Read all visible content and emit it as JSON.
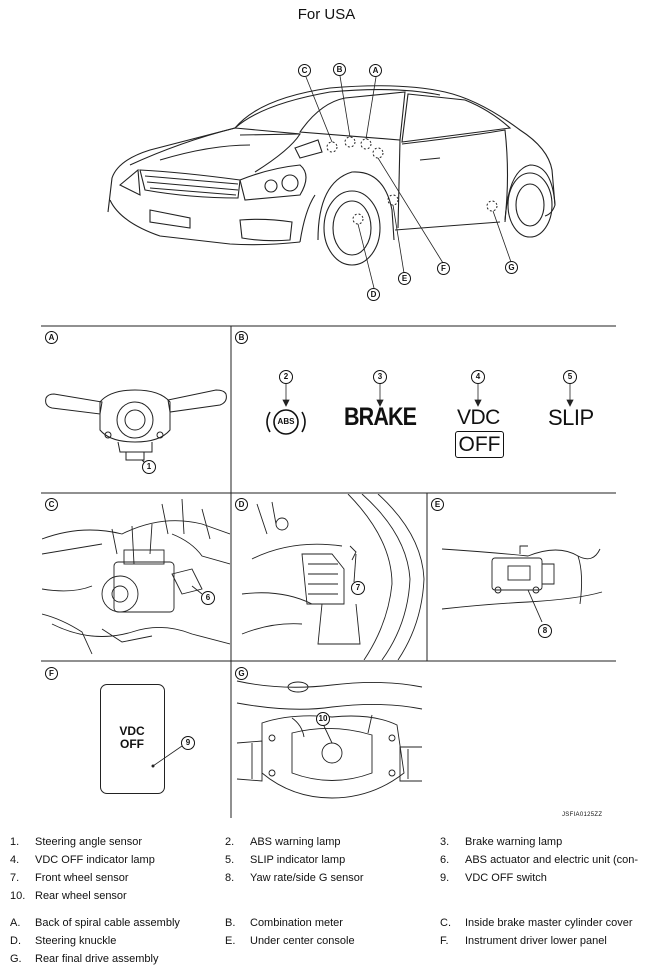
{
  "header": {
    "title": "For USA"
  },
  "car_callouts": [
    "C",
    "B",
    "A",
    "D",
    "E",
    "F",
    "G"
  ],
  "panels": {
    "A": {
      "label": "A",
      "callouts": [
        "1"
      ]
    },
    "B": {
      "label": "B",
      "callouts": [
        "2",
        "3",
        "4",
        "5"
      ],
      "lamps": {
        "abs": "ABS",
        "brake": "BRAKE",
        "vdc": "VDC",
        "off": "OFF",
        "slip": "SLIP"
      }
    },
    "C": {
      "label": "C",
      "callouts": [
        "6"
      ]
    },
    "D": {
      "label": "D",
      "callouts": [
        "7"
      ]
    },
    "E": {
      "label": "E",
      "callouts": [
        "8"
      ]
    },
    "F": {
      "label": "F",
      "callouts": [
        "9"
      ],
      "switch_line1": "VDC",
      "switch_line2": "OFF"
    },
    "G": {
      "label": "G",
      "callouts": [
        "10"
      ]
    }
  },
  "figure_code": "JSFIA0125ZZ",
  "components": [
    {
      "key": "1.",
      "text": "Steering angle sensor"
    },
    {
      "key": "2.",
      "text": "ABS warning lamp"
    },
    {
      "key": "3.",
      "text": "Brake warning lamp"
    },
    {
      "key": "4.",
      "text": "VDC OFF indicator lamp"
    },
    {
      "key": "5.",
      "text": "SLIP indicator lamp"
    },
    {
      "key": "6.",
      "text": "ABS actuator and electric unit (con-"
    },
    {
      "key": "7.",
      "text": "Front wheel sensor"
    },
    {
      "key": "8.",
      "text": "Yaw rate/side G sensor"
    },
    {
      "key": "9.",
      "text": "VDC OFF switch"
    },
    {
      "key": "10.",
      "text": "Rear wheel sensor"
    }
  ],
  "locations": [
    {
      "key": "A.",
      "text": "Back of spiral cable assembly"
    },
    {
      "key": "B.",
      "text": "Combination meter"
    },
    {
      "key": "C.",
      "text": "Inside brake master cylinder cover"
    },
    {
      "key": "D.",
      "text": "Steering knuckle"
    },
    {
      "key": "E.",
      "text": "Under center console"
    },
    {
      "key": "F.",
      "text": "Instrument driver lower panel"
    },
    {
      "key": "G.",
      "text": "Rear final drive assembly"
    }
  ]
}
